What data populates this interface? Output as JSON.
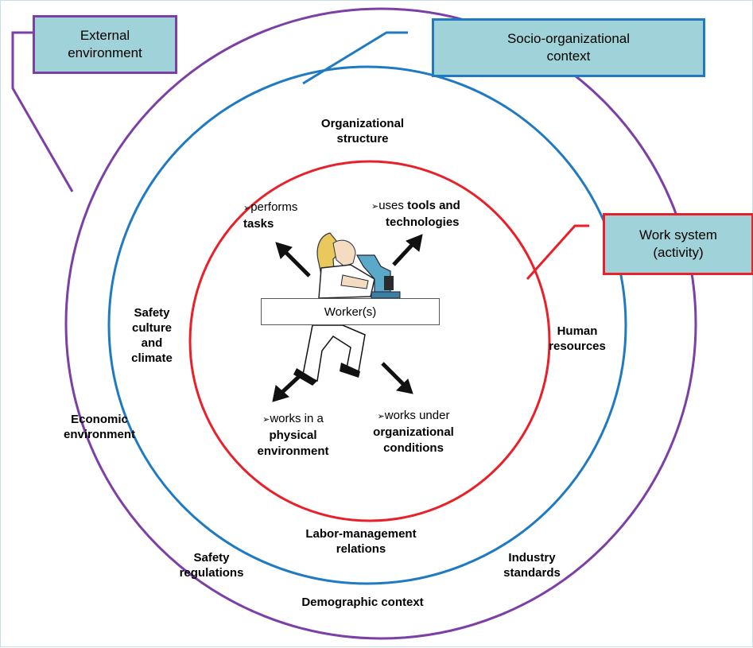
{
  "boxes": {
    "external": {
      "line1": "External",
      "line2": "environment"
    },
    "socio": {
      "line1": "Socio-organizational",
      "line2": "context"
    },
    "work": {
      "line1": "Work system",
      "line2": "(activity)"
    }
  },
  "worker_label": "Worker(s)",
  "activities": {
    "tasks": {
      "arrow": "➢",
      "prefix": "performs",
      "bold": "tasks"
    },
    "tools": {
      "arrow": "➢",
      "prefix": "uses",
      "bold1": "tools and",
      "bold2": "technologies"
    },
    "physical": {
      "arrow": "➢",
      "prefix": "works in a",
      "bold1": "physical",
      "bold2": "environment"
    },
    "conditions": {
      "arrow": "➢",
      "prefix": "works under",
      "bold1": "organizational",
      "bold2": "conditions"
    }
  },
  "socio_factors": {
    "org_structure": {
      "line1": "Organizational",
      "line2": "structure"
    },
    "safety_culture": {
      "line1": "Safety",
      "line2": "culture",
      "line3": "and",
      "line4": "climate"
    },
    "human_resources": {
      "line1": "Human",
      "line2": "resources"
    },
    "labor_mgmt": {
      "line1": "Labor-management",
      "line2": "relations"
    }
  },
  "external_factors": {
    "economic": {
      "line1": "Economic",
      "line2": "environment"
    },
    "safety_regs": {
      "line1": "Safety",
      "line2": "regulations"
    },
    "industry": {
      "line1": "Industry",
      "line2": "standards"
    },
    "demographic": "Demographic context"
  },
  "colors": {
    "external_ring": "#7b3fa5",
    "socio_ring": "#1f7ac2",
    "work_ring": "#e8202a",
    "box_fill": "#9fd3d9",
    "arrow": "#111111"
  },
  "icons": {
    "worker": "scientist-at-microscope-icon"
  }
}
